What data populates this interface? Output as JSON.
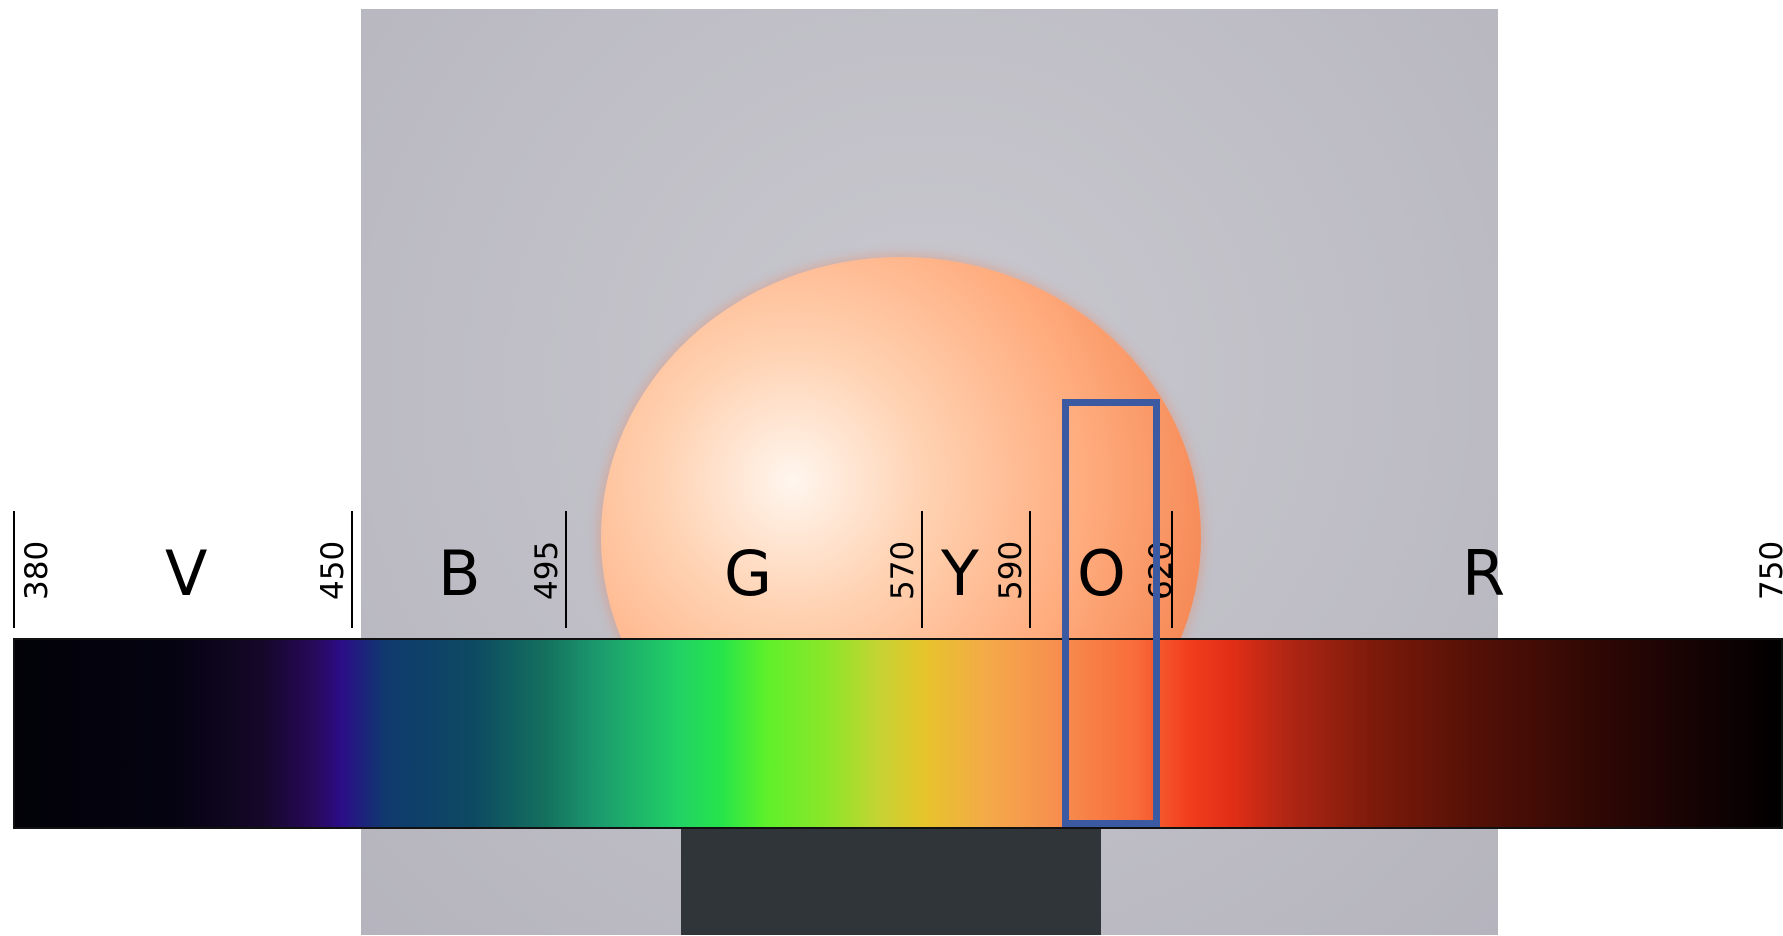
{
  "spectrum_bands": [
    "V",
    "B",
    "G",
    "Y",
    "O",
    "R"
  ],
  "wavelength_labels": [
    "380",
    "450",
    "495",
    "570",
    "590",
    "620",
    "750"
  ],
  "highlighted_band": "O",
  "highlight_color": "#3c5aa2",
  "scene": {
    "photo": "orange-glowing-bulb",
    "colors": {
      "background": "#c2c1c9",
      "bulb": "#f78f5a",
      "base": "#30353a"
    }
  }
}
